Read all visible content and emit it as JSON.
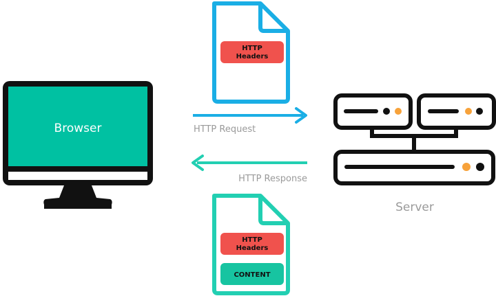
{
  "browser": {
    "label": "Browser"
  },
  "server": {
    "label": "Server"
  },
  "request": {
    "label": "HTTP Request",
    "document": {
      "headers_line1": "HTTP",
      "headers_line2": "Headers"
    }
  },
  "response": {
    "label": "HTTP Response",
    "document": {
      "headers_line1": "HTTP",
      "headers_line2": "Headers",
      "content_label": "CONTENT"
    }
  },
  "colors": {
    "browser_screen": "#00c1a2",
    "outline": "#111111",
    "request_blue": "#1aaee5",
    "response_teal": "#22cfb2",
    "headers_red": "#f0524d",
    "content_teal": "#17c4a1",
    "server_led_orange": "#f7a23a",
    "label_gray": "#9a9a9a"
  }
}
